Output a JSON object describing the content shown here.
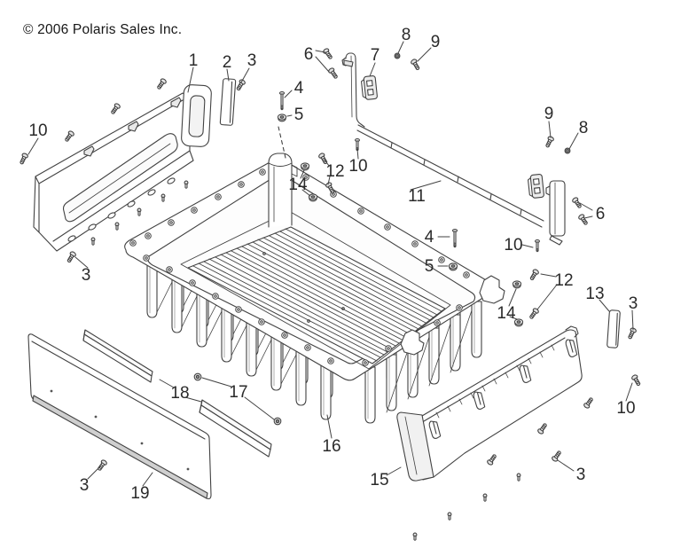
{
  "header": {
    "copyright": "© 2006 Polaris Sales Inc."
  },
  "diagram": {
    "callouts": [
      "1",
      "2",
      "3",
      "6",
      "7",
      "8",
      "9",
      "4",
      "5",
      "10",
      "9",
      "8",
      "12",
      "10",
      "14",
      "11",
      "6",
      "10",
      "4",
      "5",
      "12",
      "14",
      "13",
      "3",
      "10",
      "3",
      "18",
      "17",
      "16",
      "19",
      "3",
      "15",
      "3"
    ]
  }
}
